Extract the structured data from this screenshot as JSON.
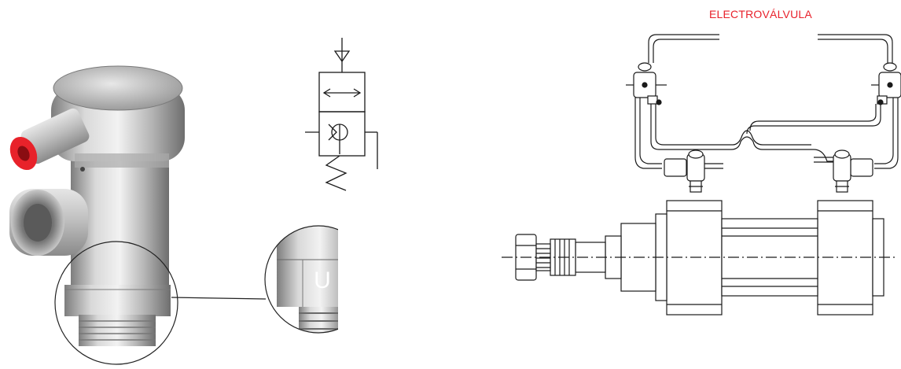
{
  "circuit": {
    "valve_label": "ELECTROVÁLVULA",
    "label_color": "#e8212b"
  },
  "icons": {
    "valve_photo": "pilot-check-valve-photo",
    "valve_symbol": "check-valve-symbol",
    "cylinder": "pneumatic-cylinder-drawing"
  },
  "colors": {
    "metal": "#b9b9b9",
    "tube_cap": "#e8222a",
    "line": "#1a1a1a"
  },
  "magnifier": {
    "mark": "U"
  }
}
